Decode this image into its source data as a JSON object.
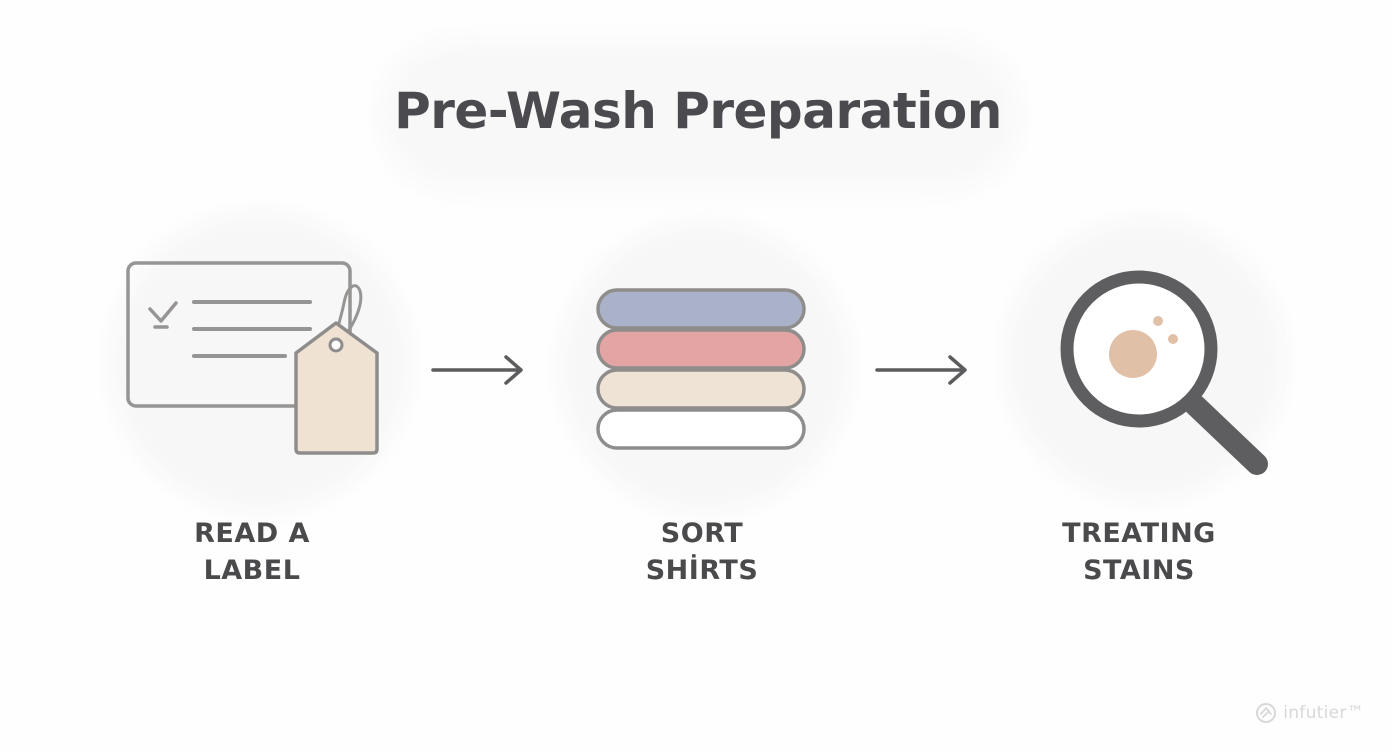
{
  "title": "Pre-Wash Preparation",
  "steps": [
    {
      "label": "READ A\nLABEL",
      "icon": "clothing-label-tag-icon"
    },
    {
      "label": "SORT\nSHİRTS",
      "icon": "stacked-shirts-icon"
    },
    {
      "label": "TREATING\nSTAINS",
      "icon": "magnifying-glass-stain-icon"
    }
  ],
  "arrows": [
    "arrow-right-icon",
    "arrow-right-icon"
  ],
  "watermark": {
    "text": "infutier™",
    "icon": "brand-logo-icon"
  },
  "colors": {
    "text": "#4b4a4e",
    "outline": "#8f8c8c",
    "shirt_blue": "#aab2c9",
    "shirt_red": "#e2a5a3",
    "shirt_cream": "#efe3d5",
    "shirt_white": "#ffffff",
    "tag_fill": "#f0e2d3",
    "stain": "#e1c0a8",
    "magnifier": "#5e5d60"
  }
}
